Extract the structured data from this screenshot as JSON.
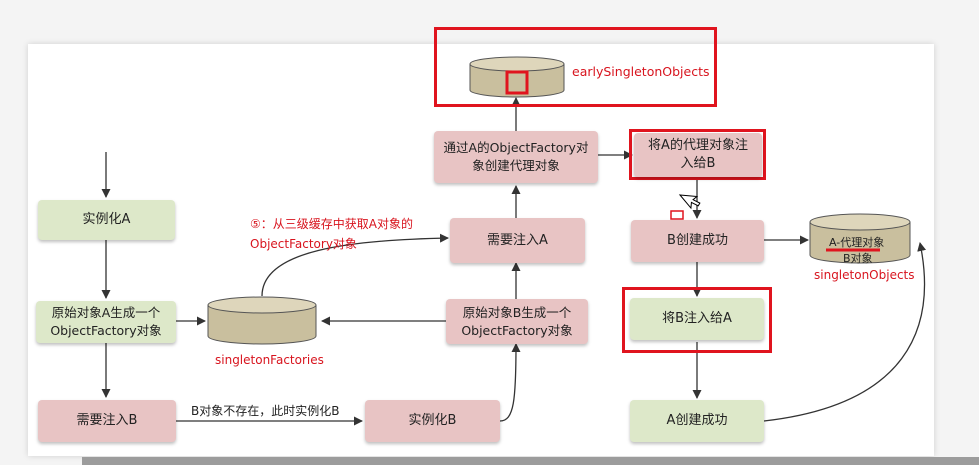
{
  "nodes": {
    "instantiate_a": "实例化A",
    "a_object_factory": "原始对象A生成一个\nObjectFactory对象",
    "inject_b": "需要注入B",
    "instantiate_b": "实例化B",
    "b_object_factory": "原始对象B生成一个\nObjectFactory对象",
    "inject_a": "需要注入A",
    "create_proxy": "通过A的ObjectFactory对\n象创建代理对象",
    "inject_proxy": "将A的代理对象注\n入给B",
    "b_created": "B创建成功",
    "inject_b_into_a": "将B注入给A",
    "a_created": "A创建成功"
  },
  "caches": {
    "early": "earlySingletonObjects",
    "factories": "singletonFactories",
    "singletons": "singletonObjects",
    "singleton_item1": "A-代理对象",
    "singleton_item2": "B对象"
  },
  "edge_label_b_not_exist": "B对象不存在，此时实例化B",
  "note_line1": "⑤：从三级缓存中获取A对象的",
  "note_line2": "ObjectFactory对象",
  "colors": {
    "green_box": "#dde8c9",
    "pink_box": "#e8c4c4",
    "highlight_red": "#e0141e",
    "cache_fill": "#c9bf9e",
    "arrow": "#333333"
  }
}
